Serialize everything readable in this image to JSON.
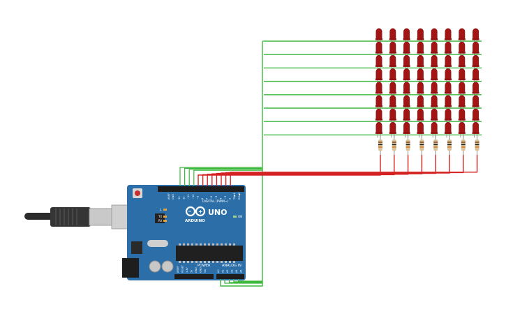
{
  "board": {
    "model": "UNO",
    "brand": "ARDUINO",
    "digital_header": "DIGITAL (PWM~)",
    "power_header": "POWER",
    "analog_header": "ANALOG IN",
    "on_label": "ON",
    "tx_label": "TX",
    "rx_label": "RX",
    "l_label": "L",
    "aref_label": "AREF",
    "gnd_label": "GND",
    "digital_pins": [
      "13",
      "12",
      "~11",
      "~10",
      "~9",
      "8",
      "7",
      "~6",
      "~5",
      "4",
      "~3",
      "2",
      "TX▶1",
      "RX◀0"
    ],
    "power_pins": [
      "IOREF",
      "RESET",
      "3.3V",
      "5V",
      "GND",
      "GND",
      "Vin"
    ],
    "analog_pins": [
      "A0",
      "A1",
      "A2",
      "A3",
      "A4",
      "A5"
    ]
  },
  "matrix": {
    "rows": 8,
    "cols": 8
  },
  "colors": {
    "board": "#2c6fa8",
    "led": "#a31515",
    "wire_green": "#3cb83c",
    "wire_red": "#d42222",
    "resistor": "#d8c39a",
    "header": "#1d1d1d"
  }
}
